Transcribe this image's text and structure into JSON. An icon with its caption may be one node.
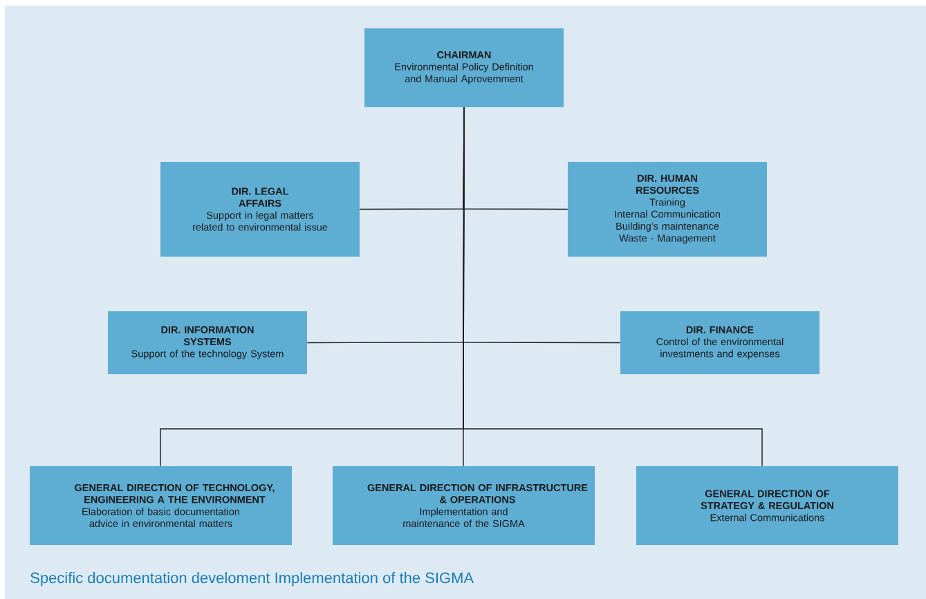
{
  "diagram": {
    "caption": "Specific documentation develoment Implementation of the SIGMA",
    "nodes": [
      {
        "text": [
          "CHAIRMAN",
          "Environmental Policy Definition and Manual Aprovemment"
        ]
      },
      {
        "text": [
          "DIR. LEGAL AFFAIRS",
          "Support in legal matters related to environmental issue"
        ]
      },
      {
        "text": [
          "DIR. HUMAN RESOURCES",
          "Training",
          "Internal Communication",
          "Building’s maintenance",
          "Waste - Management"
        ]
      },
      {
        "text": [
          "DIR. INFORMATION SYSTEMS",
          "Support of the technology System"
        ]
      },
      {
        "text": [
          "DIR. FINANCE",
          "Control of the environmental investments and expenses"
        ]
      },
      {
        "text": [
          "GENERAL DIRECTION OF TECHNOLOGY, ENGINEERING A THE ENVIRONMENT",
          "Elaboration of basic documentation advice in environmental matters"
        ]
      },
      {
        "text": [
          "GENERAL DIRECTION OF INFRASTRUCTURE & OPERATIONS",
          "Implementation and maintenance of the SIGMA"
        ]
      },
      {
        "text": [
          "GENERAL DIRECTION OF STRATEGY & REGULATION",
          "External Communications"
        ]
      }
    ],
    "edges": [
      {
        "from": 0,
        "to": 1,
        "arrow": "none"
      },
      {
        "from": 0,
        "to": 2,
        "arrow": "none"
      },
      {
        "from": 0,
        "to": 3,
        "arrow": "none"
      },
      {
        "from": 0,
        "to": 4,
        "arrow": "none"
      },
      {
        "from": 0,
        "to": 5,
        "arrow": "none"
      },
      {
        "from": 0,
        "to": 6,
        "arrow": "none"
      },
      {
        "from": 0,
        "to": 7,
        "arrow": "none"
      }
    ]
  }
}
